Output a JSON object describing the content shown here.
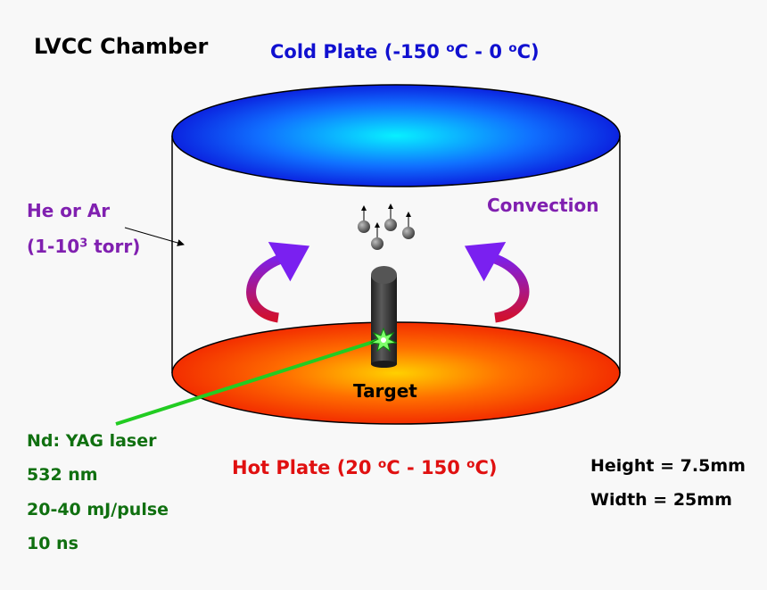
{
  "title": "LVCC Chamber",
  "cold_plate": {
    "text": "Cold Plate (-150 ",
    "deg1": "o",
    "mid": "C - 0 ",
    "deg2": "o",
    "end": "C)"
  },
  "gas": {
    "line1": "He or Ar",
    "line2_pre": "(1-10",
    "line2_sup": "3",
    "line2_post": " torr)"
  },
  "convection_label": "Convection",
  "target_label": "Target",
  "laser": [
    "Nd: YAG laser",
    "532 nm",
    "20-40 mJ/pulse",
    "10 ns"
  ],
  "hot_plate": {
    "text": "Hot Plate (20 ",
    "deg1": "o",
    "mid": "C - 150 ",
    "deg2": "o",
    "end": "C)"
  },
  "dimensions": [
    "Height = 7.5mm",
    "Width = 25mm"
  ],
  "colors": {
    "cold_label": "#1010d0",
    "hot_label": "#e01010",
    "purple": "#8020b0",
    "laser_text": "#107010",
    "laser_beam": "#22cc22"
  }
}
